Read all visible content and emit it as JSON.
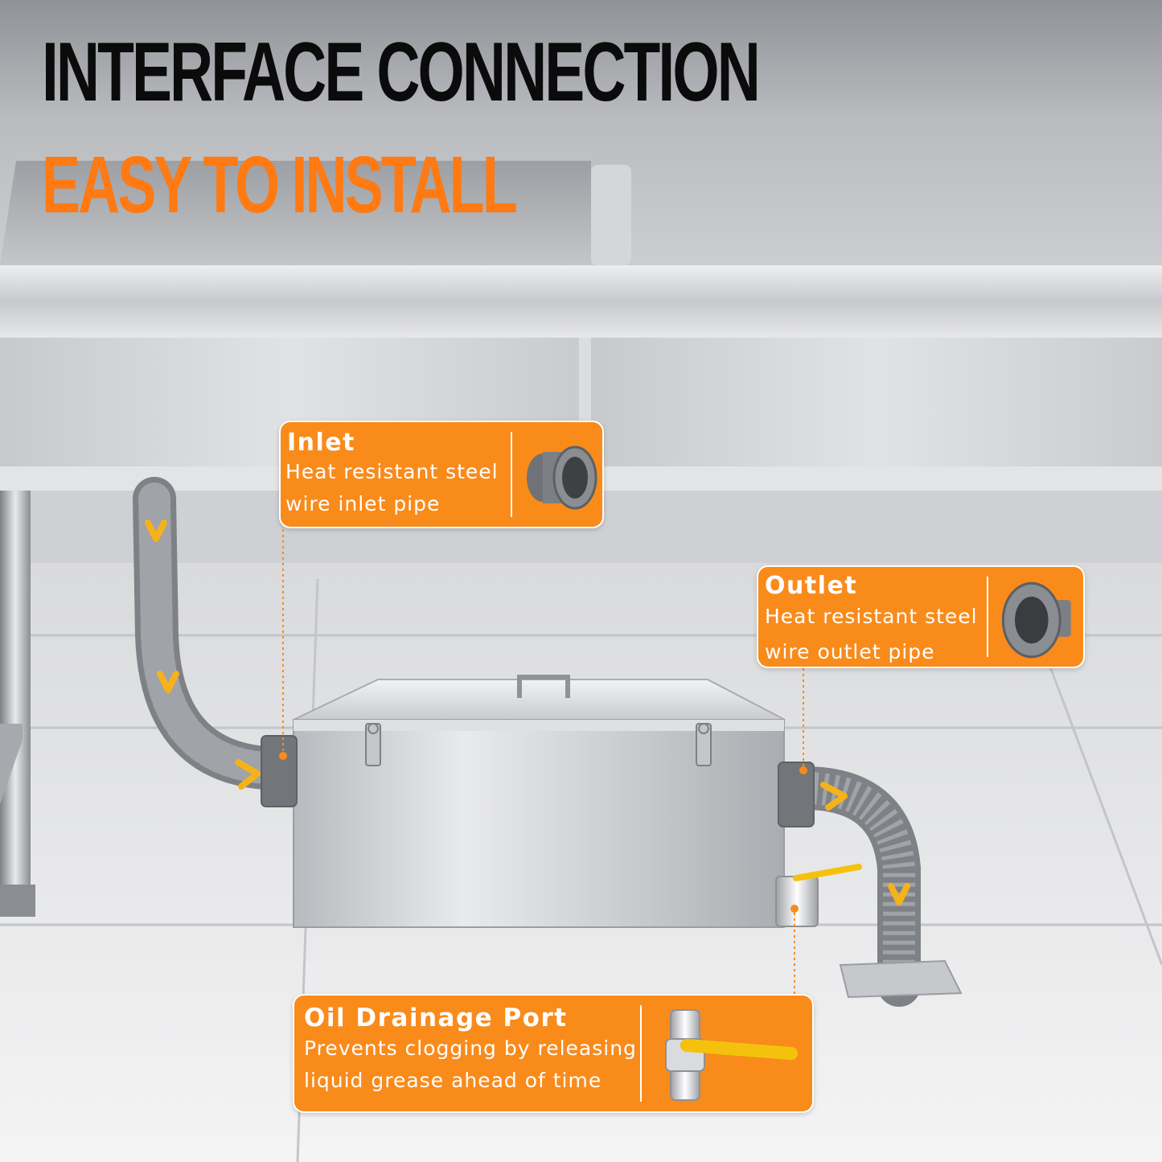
{
  "headline": {
    "title": "INTERFACE CONNECTION",
    "subtitle": "EASY TO INSTALL"
  },
  "callouts": {
    "inlet": {
      "name": "Inlet",
      "desc_line1": "Heat resistant steel",
      "desc_line2": "wire inlet pipe"
    },
    "outlet": {
      "name": "Outlet",
      "desc_line1": "Heat resistant steel",
      "desc_line2": "wire outlet pipe"
    },
    "drain": {
      "name": "Oil Drainage Port",
      "desc_line1": "Prevents clogging by releasing",
      "desc_line2": "liquid grease ahead of time"
    }
  },
  "colors": {
    "accent_orange": "#f98b1b",
    "subtitle_orange": "#ff7a12",
    "flow_arrow": "#f6b21a",
    "pipe_gray": "#8e9194",
    "steel": "#c9cbce"
  },
  "icons": [
    "pipe-fitting-icon",
    "ball-valve-icon",
    "flow-arrow-icon"
  ]
}
